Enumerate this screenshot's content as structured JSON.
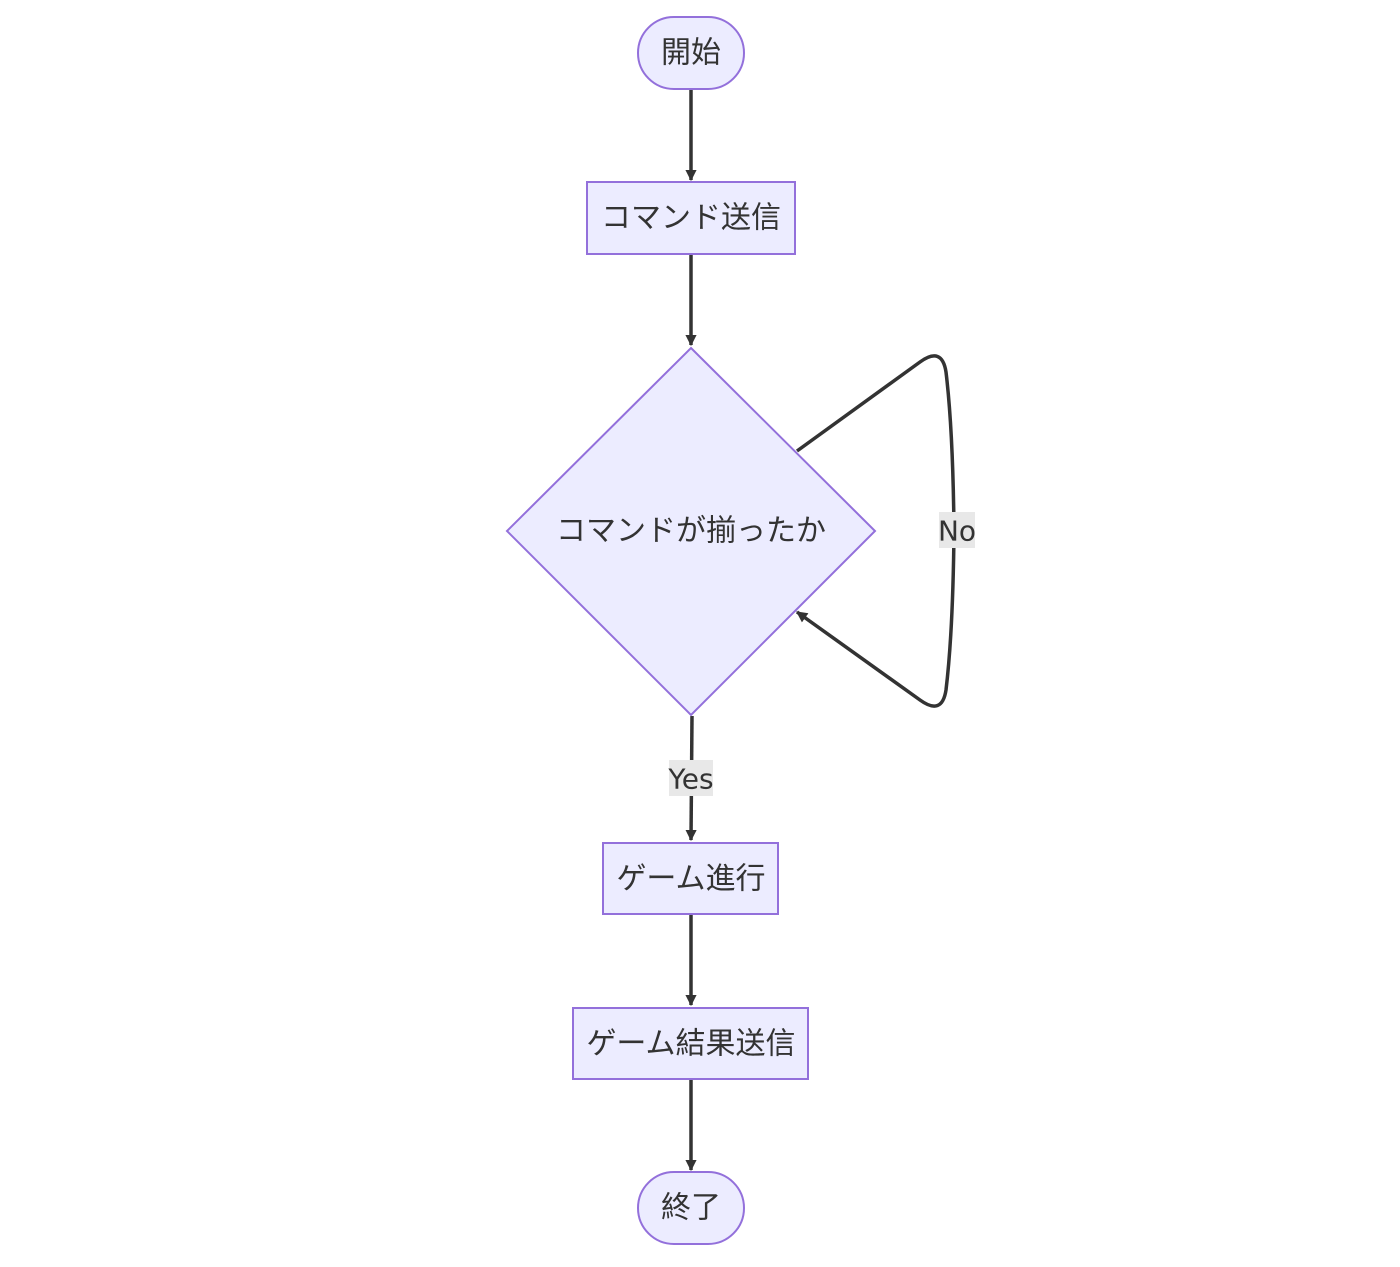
{
  "colors": {
    "node_fill": "#ECECFF",
    "node_stroke": "#9370DB",
    "edge": "#333333",
    "label_bg": "#E8E8E8",
    "text": "#333333"
  },
  "nodes": {
    "start": {
      "label": "開始",
      "shape": "stadium"
    },
    "send_command": {
      "label": "コマンド送信",
      "shape": "rect"
    },
    "check_commands": {
      "label": "コマンドが揃ったか",
      "shape": "diamond"
    },
    "game_progress": {
      "label": "ゲーム進行",
      "shape": "rect"
    },
    "send_result": {
      "label": "ゲーム結果送信",
      "shape": "rect"
    },
    "end": {
      "label": "終了",
      "shape": "stadium"
    }
  },
  "edges": {
    "start_to_send": {
      "from": "start",
      "to": "send_command",
      "label": ""
    },
    "send_to_check": {
      "from": "send_command",
      "to": "check_commands",
      "label": ""
    },
    "check_no": {
      "from": "check_commands",
      "to": "check_commands",
      "label": "No"
    },
    "check_yes": {
      "from": "check_commands",
      "to": "game_progress",
      "label": "Yes"
    },
    "progress_to_result": {
      "from": "game_progress",
      "to": "send_result",
      "label": ""
    },
    "result_to_end": {
      "from": "send_result",
      "to": "end",
      "label": ""
    }
  }
}
